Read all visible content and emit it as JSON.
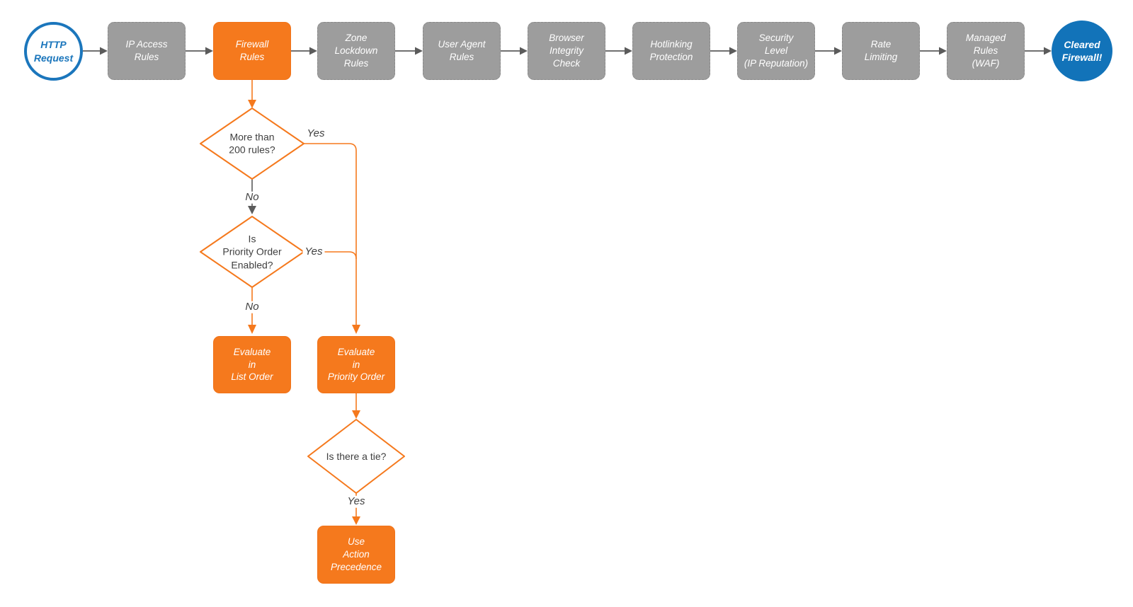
{
  "diagram": {
    "start": {
      "label": "HTTP\nRequest"
    },
    "pipeline": [
      {
        "label": "IP Access\nRules"
      },
      {
        "label": "Firewall\nRules"
      },
      {
        "label": "Zone\nLockdown\nRules"
      },
      {
        "label": "User Agent\nRules"
      },
      {
        "label": "Browser\nIntegrity\nCheck"
      },
      {
        "label": "Hotlinking\nProtection"
      },
      {
        "label": "Security\nLevel\n(IP Reputation)"
      },
      {
        "label": "Rate\nLimiting"
      },
      {
        "label": "Managed\nRules\n(WAF)"
      }
    ],
    "end": {
      "label": "Cleared\nFirewall!"
    },
    "decisions": {
      "more_than_200": {
        "label": "More than\n200 rules?",
        "yes": "Yes",
        "no": "No"
      },
      "priority_enabled": {
        "label": "Is\nPriority Order\nEnabled?",
        "yes": "Yes",
        "no": "No"
      },
      "tie": {
        "label": "Is there a tie?",
        "yes": "Yes"
      }
    },
    "actions": {
      "list_order": {
        "label": "Evaluate\nin\nList Order"
      },
      "priority_order": {
        "label": "Evaluate\nin\nPriority Order"
      },
      "action_precedence": {
        "label": "Use\nAction\nPrecedence"
      }
    },
    "colors": {
      "orange": "#F5791D",
      "gray": "#9D9D9D",
      "blue": "#1273B9",
      "arrow_gray": "#5B5B5B",
      "text_dark": "#3F3F3F"
    }
  }
}
